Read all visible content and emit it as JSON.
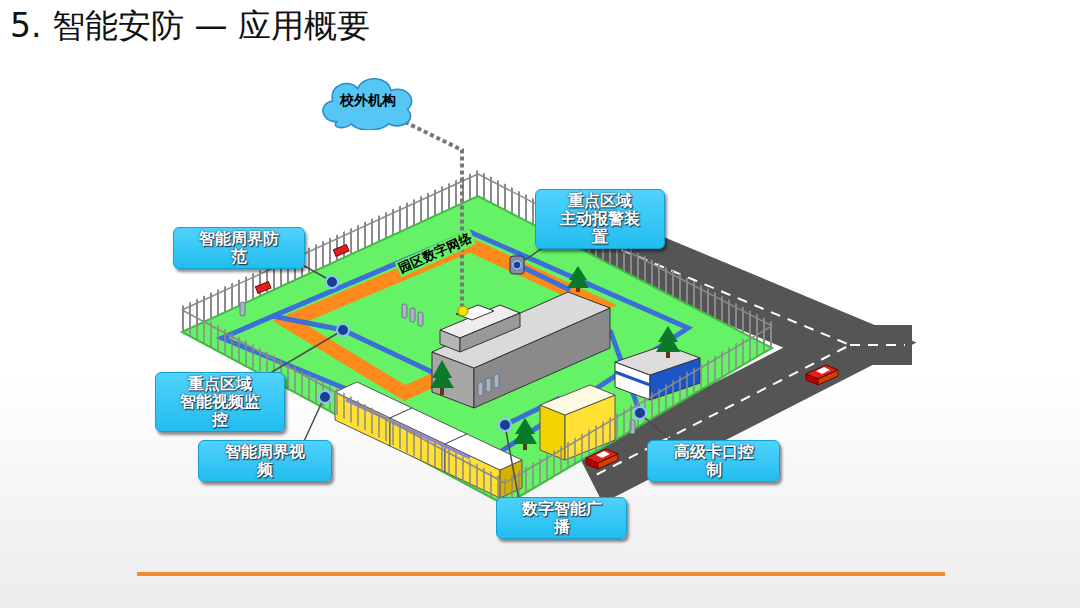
{
  "diagram": {
    "title": "5. 智能安防 — 应用概要",
    "nodes": [
      {
        "text": [
          "校外机构"
        ]
      },
      {
        "text": [
          "重点区域 主动报警装 置"
        ]
      },
      {
        "text": [
          "智能周界防 范"
        ]
      },
      {
        "text": [
          "重点区域 智能视频监 控"
        ]
      },
      {
        "text": [
          "智能周界视 频"
        ]
      },
      {
        "text": [
          "高级卡口控 制"
        ]
      },
      {
        "text": [
          "数字智能广 播"
        ]
      }
    ],
    "labels": [
      "园区数字网络"
    ]
  }
}
